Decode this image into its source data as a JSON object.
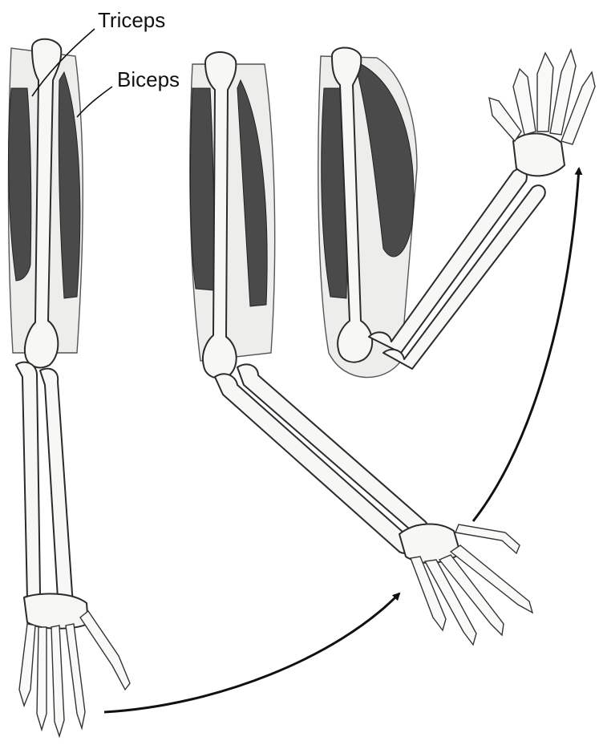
{
  "labels": {
    "triceps": "Triceps",
    "biceps": "Biceps"
  },
  "colors": {
    "muscle": "#4a4a4a",
    "bone_fill": "#f7f7f5",
    "outline": "#2b2b2b",
    "arrow": "#111111"
  },
  "figures": [
    {
      "id": "arm-extended",
      "description_icon": "arm-skeleton-extended"
    },
    {
      "id": "arm-half-flexed",
      "description_icon": "arm-skeleton-half-flexed"
    },
    {
      "id": "arm-fully-flexed",
      "description_icon": "arm-skeleton-fully-flexed"
    }
  ]
}
